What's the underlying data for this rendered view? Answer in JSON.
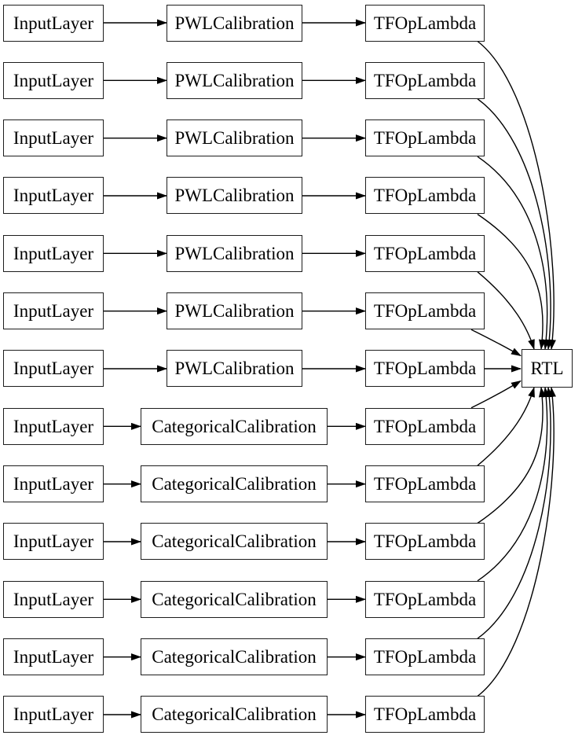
{
  "diagram": {
    "colors": {
      "background": "#ffffff",
      "node_fill": "#ffffff",
      "node_border": "#1d1d1d",
      "edge": "#000000",
      "text": "#000000"
    },
    "sink_label": "RTL",
    "rows": [
      {
        "input": "InputLayer",
        "calibration": "PWLCalibration",
        "op": "TFOpLambda"
      },
      {
        "input": "InputLayer",
        "calibration": "PWLCalibration",
        "op": "TFOpLambda"
      },
      {
        "input": "InputLayer",
        "calibration": "PWLCalibration",
        "op": "TFOpLambda"
      },
      {
        "input": "InputLayer",
        "calibration": "PWLCalibration",
        "op": "TFOpLambda"
      },
      {
        "input": "InputLayer",
        "calibration": "PWLCalibration",
        "op": "TFOpLambda"
      },
      {
        "input": "InputLayer",
        "calibration": "PWLCalibration",
        "op": "TFOpLambda"
      },
      {
        "input": "InputLayer",
        "calibration": "PWLCalibration",
        "op": "TFOpLambda"
      },
      {
        "input": "InputLayer",
        "calibration": "CategoricalCalibration",
        "op": "TFOpLambda"
      },
      {
        "input": "InputLayer",
        "calibration": "CategoricalCalibration",
        "op": "TFOpLambda"
      },
      {
        "input": "InputLayer",
        "calibration": "CategoricalCalibration",
        "op": "TFOpLambda"
      },
      {
        "input": "InputLayer",
        "calibration": "CategoricalCalibration",
        "op": "TFOpLambda"
      },
      {
        "input": "InputLayer",
        "calibration": "CategoricalCalibration",
        "op": "TFOpLambda"
      },
      {
        "input": "InputLayer",
        "calibration": "CategoricalCalibration",
        "op": "TFOpLambda"
      }
    ]
  }
}
